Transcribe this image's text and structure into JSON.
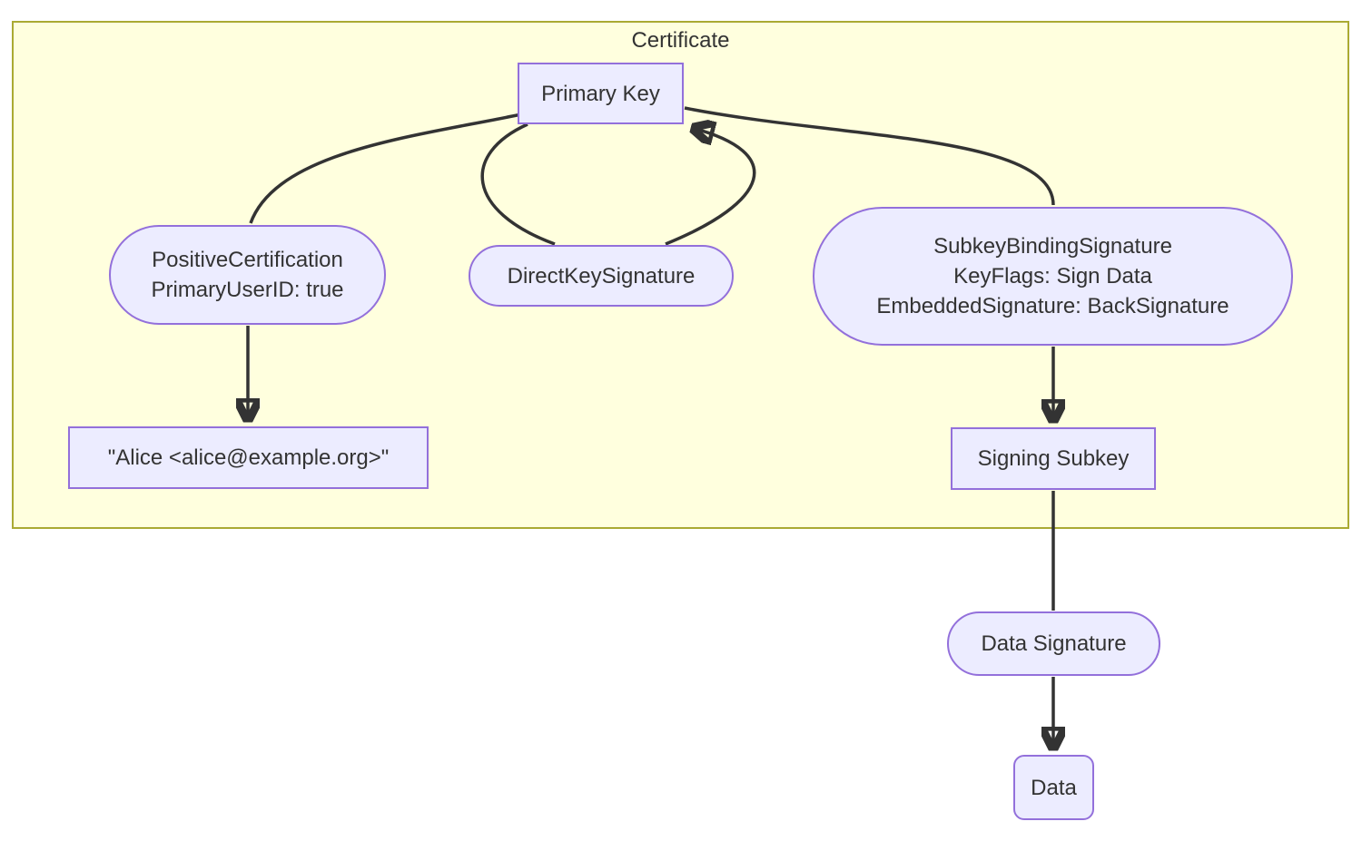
{
  "diagram": {
    "type": "flowchart",
    "subgraph": {
      "title": "Certificate",
      "fill": "#FFFFDE",
      "border": "#AAAA33"
    },
    "nodes": {
      "primary_key": {
        "label": "Primary Key",
        "shape": "rect"
      },
      "positive_cert": {
        "lines": [
          "PositiveCertification",
          "PrimaryUserID: true"
        ],
        "shape": "stadium"
      },
      "direct_key_sig": {
        "label": "DirectKeySignature",
        "shape": "stadium"
      },
      "subkey_binding_sig": {
        "lines": [
          "SubkeyBindingSignature",
          "KeyFlags: Sign Data",
          "EmbeddedSignature: BackSignature"
        ],
        "shape": "stadium"
      },
      "user_id": {
        "label": "\"Alice <alice@example.org>\"",
        "shape": "rect"
      },
      "signing_subkey": {
        "label": "Signing Subkey",
        "shape": "rect"
      },
      "data_signature": {
        "label": "Data Signature",
        "shape": "stadium"
      },
      "data": {
        "label": "Data",
        "shape": "rounded"
      }
    },
    "edges": [
      {
        "from": "Primary Key",
        "to": "PositiveCertification",
        "arrow": false
      },
      {
        "from": "PositiveCertification",
        "to": "Alice <alice@example.org>",
        "arrow": true
      },
      {
        "from": "Primary Key",
        "to": "DirectKeySignature",
        "arrow": false
      },
      {
        "from": "DirectKeySignature",
        "to": "Primary Key",
        "arrow": true
      },
      {
        "from": "Primary Key",
        "to": "SubkeyBindingSignature",
        "arrow": false
      },
      {
        "from": "SubkeyBindingSignature",
        "to": "Signing Subkey",
        "arrow": true
      },
      {
        "from": "Signing Subkey",
        "to": "Data Signature",
        "arrow": false
      },
      {
        "from": "Data Signature",
        "to": "Data",
        "arrow": true
      }
    ],
    "colors": {
      "node_fill": "#ECECFF",
      "node_border": "#9370DB",
      "subgraph_fill": "#FFFFDE",
      "subgraph_border": "#AAAA33",
      "edge": "#333333",
      "text": "#333333",
      "background": "#FFFFFF"
    }
  }
}
